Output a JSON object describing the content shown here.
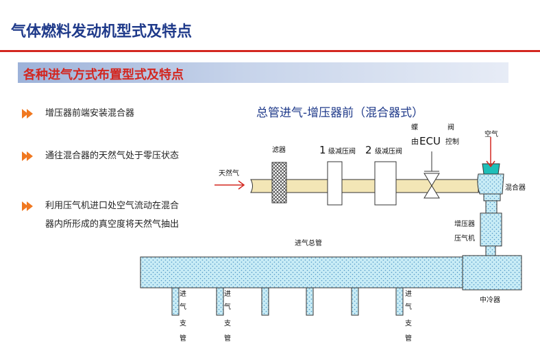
{
  "page": {
    "title": "气体燃料发动机型式及特点",
    "section_title": "各种进气方式布置型式及特点"
  },
  "bullets": [
    "增压器前端安装混合器",
    "通往混合器的天然气处于零压状态",
    "利用压气机进口处空气流动在混合器内所形成的真空度将天然气抽出"
  ],
  "diagram": {
    "title": "总管进气-增压器前（混合器式）",
    "labels": {
      "natural_gas": "天然气",
      "filter": "滤器",
      "reducer1_num": "1",
      "reducer1": "级减压阀",
      "reducer2_num": "2",
      "reducer2": "级减压阀",
      "throttle_char1": "蝶",
      "throttle_char2": "阀",
      "ecu_prefix": "由",
      "ecu": "ECU",
      "ecu_suffix": "控制",
      "air": "空气",
      "mixer": "混合器",
      "compressor_line1": "增压器",
      "compressor_line2": "压气机",
      "intake_manifold": "进气总管",
      "intercooler": "中冷器",
      "branch_chars": [
        "进",
        "气",
        "支",
        "管"
      ]
    }
  },
  "colors": {
    "title_blue": "#1f3a8a",
    "accent_red": "#d3261f",
    "pipe_tan": "#f3e6b6",
    "dot_fill": "#c8ecf6",
    "dot": "#4e95c6",
    "arrow_orange": "#f07820"
  }
}
